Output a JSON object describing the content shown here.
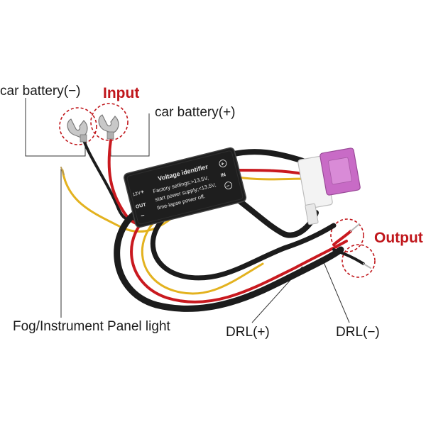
{
  "labels": {
    "car_battery_negative": "car battery(−)",
    "input": "Input",
    "car_battery_positive": "car battery(+)",
    "output": "Output",
    "fog_light": "Fog/Instrument Panel light",
    "drl_positive": "DRL(+)",
    "drl_negative": "DRL(−)"
  },
  "module": {
    "title": "Voltage identifier",
    "line1": "Factory settings:>13.5V,",
    "line2": "start power supply;<13.5V,",
    "line3": "time-lapse power off.",
    "pin_12v": "12V",
    "pin_out": "OUT",
    "pin_in": "IN",
    "symbol_plus": "+",
    "symbol_minus": "−"
  },
  "colors": {
    "label_accent": "#c0161b",
    "wire_red": "#c9191f",
    "wire_yellow": "#e3b21f",
    "wire_black": "#1c1c1c",
    "fuse_purple": "#c86bc6",
    "module_body": "#1e1e1e"
  }
}
